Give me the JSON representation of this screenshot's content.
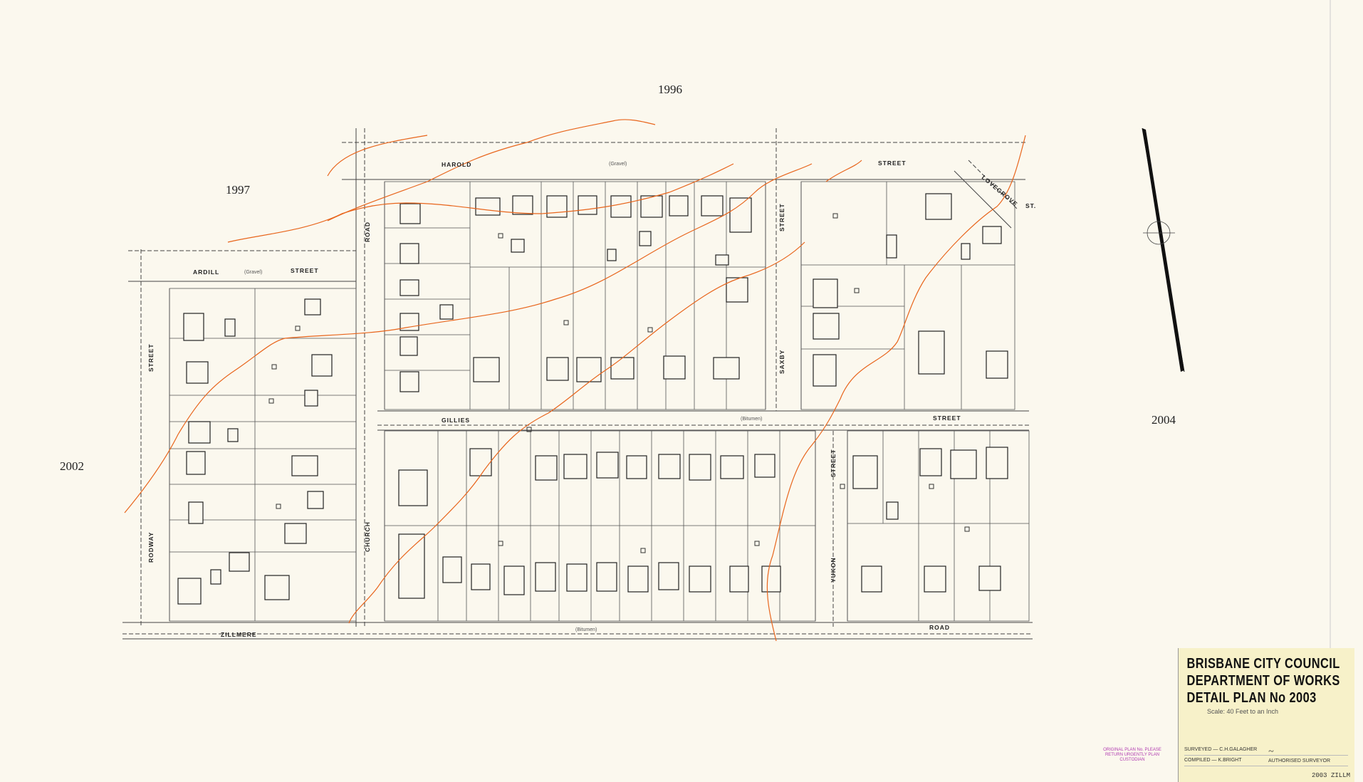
{
  "sheet_numbers": {
    "north": "1996",
    "northwest": "1997",
    "west": "2002",
    "east": "2004"
  },
  "streets": {
    "harold": "HAROLD",
    "street_top_right": "STREET",
    "lovegrove": "LOVEGROVE",
    "lovegrove_st": "ST.",
    "ardill": "ARDILL",
    "ardill_street": "STREET",
    "road_top": "ROAD",
    "street_saxby_top": "STREET",
    "saxby": "SAXBY",
    "gillies": "GILLIES",
    "gillies_street": "STREET",
    "rodway_street": "STREET",
    "rodway": "RODWAY",
    "church": "CHURCH",
    "yukon_street": "STREET",
    "yukon": "YUKON",
    "zillmere": "ZILLMERE",
    "zillmere_road": "ROAD"
  },
  "surface_notes": {
    "gravel_1": "(Gravel)",
    "gravel_2": "(Gravel)",
    "bitumen_1": "(Bitumen)",
    "bitumen_2": "(Bitumen)"
  },
  "title_block": {
    "line1": "BRISBANE CITY COUNCIL",
    "line2": "DEPARTMENT OF WORKS",
    "line3": "DETAIL PLAN No 2003",
    "scale": "Scale: 40 Feet to an Inch",
    "surveyed": "SURVEYED — C.H.GALAGHER",
    "compiled": "COMPILED — K.BRIGHT",
    "authorised": "AUTHORISED SURVEYOR",
    "ref": "2003 ZILLM"
  },
  "stamp": {
    "text": "ORIGINAL PLAN No. PLEASE RETURN URGENTLY PLAN CUSTODIAN"
  },
  "colors": {
    "paper": "#fbf8ee",
    "ink": "#2a2a2a",
    "contour": "#e8651c",
    "title_bg": "#f7f1c9",
    "stamp": "#b03ab0"
  }
}
